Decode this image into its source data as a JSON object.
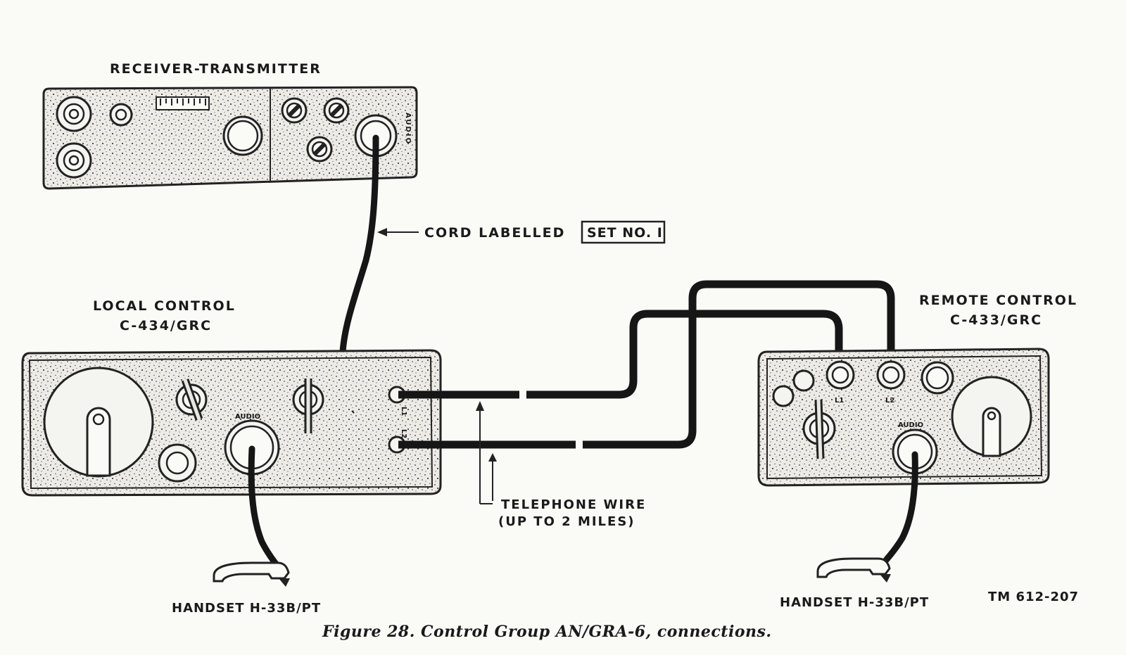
{
  "labels": {
    "receiver_transmitter": "RECEIVER-TRANSMITTER",
    "audio_vertical": "AUDIO",
    "cord_labelled": "CORD LABELLED",
    "set_no": "SET NO. I",
    "local_control_line1": "LOCAL CONTROL",
    "local_control_line2": "C-434/GRC",
    "remote_control_line1": "REMOTE CONTROL",
    "remote_control_line2": "C-433/GRC",
    "local_audio": "AUDIO",
    "remote_audio": "AUDIO",
    "local_l1": "L1",
    "local_l2": "L2",
    "remote_l1": "L1",
    "remote_l2": "L2",
    "telephone_wire_line1": "TELEPHONE WIRE",
    "telephone_wire_line2": "(UP TO 2 MILES)",
    "handset_local": "HANDSET H-33B/PT",
    "handset_remote": "HANDSET H-33B/PT",
    "tm_number": "TM 612-207"
  },
  "caption": "Figure 28. Control Group AN/GRA-6, connections.",
  "colors": {
    "ink": "#1a1a1a",
    "paper": "#fafaf7",
    "panel_fill": "#ecebe6"
  }
}
